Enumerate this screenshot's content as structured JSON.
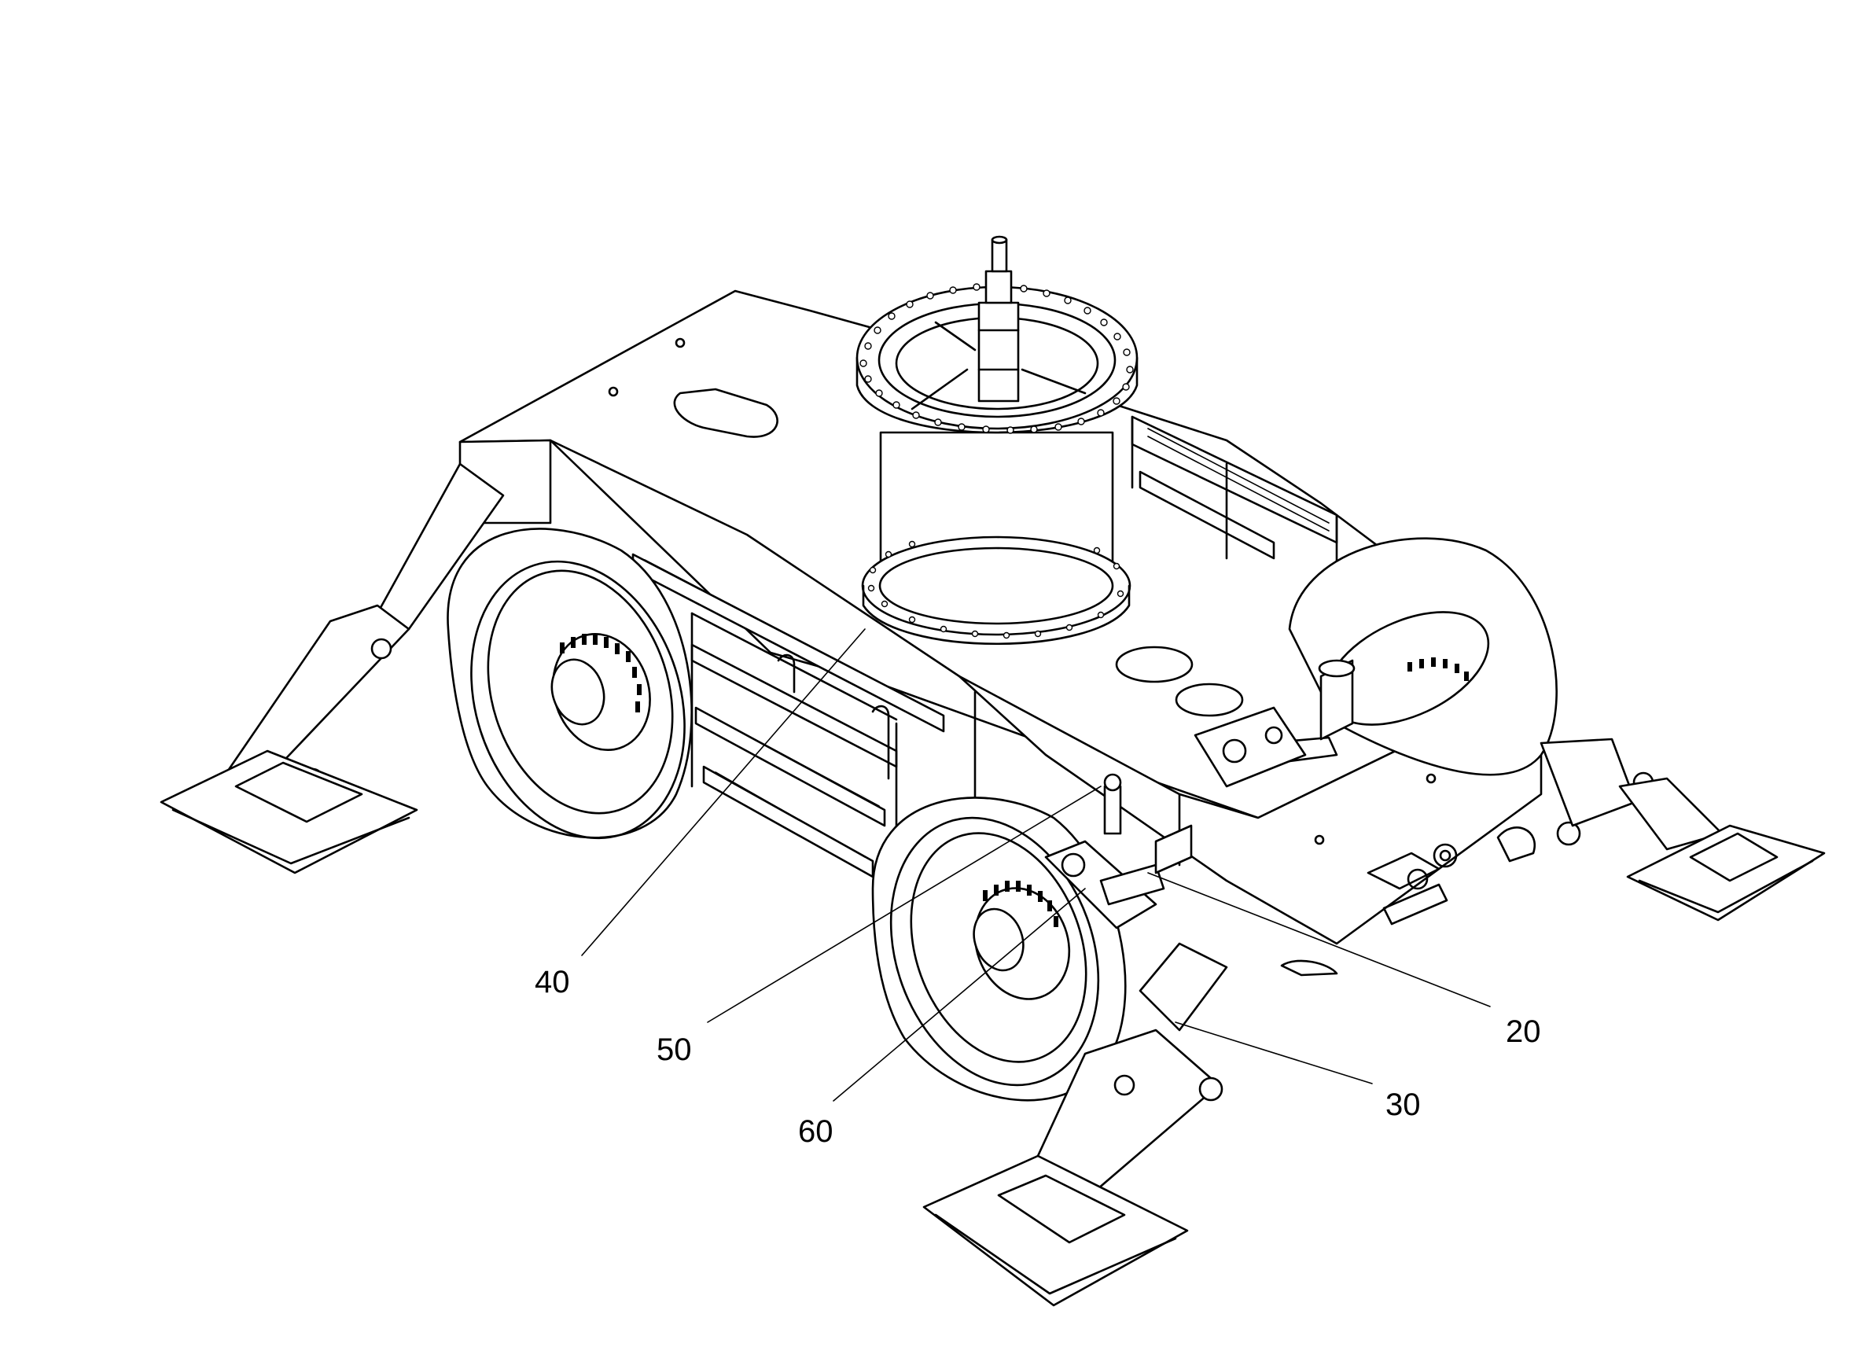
{
  "figure": {
    "callouts": [
      {
        "id": "c20",
        "label": "20"
      },
      {
        "id": "c30",
        "label": "30"
      },
      {
        "id": "c40",
        "label": "40"
      },
      {
        "id": "c50",
        "label": "50"
      },
      {
        "id": "c60",
        "label": "60"
      }
    ],
    "line_color": "#000000",
    "background": "#ffffff"
  }
}
